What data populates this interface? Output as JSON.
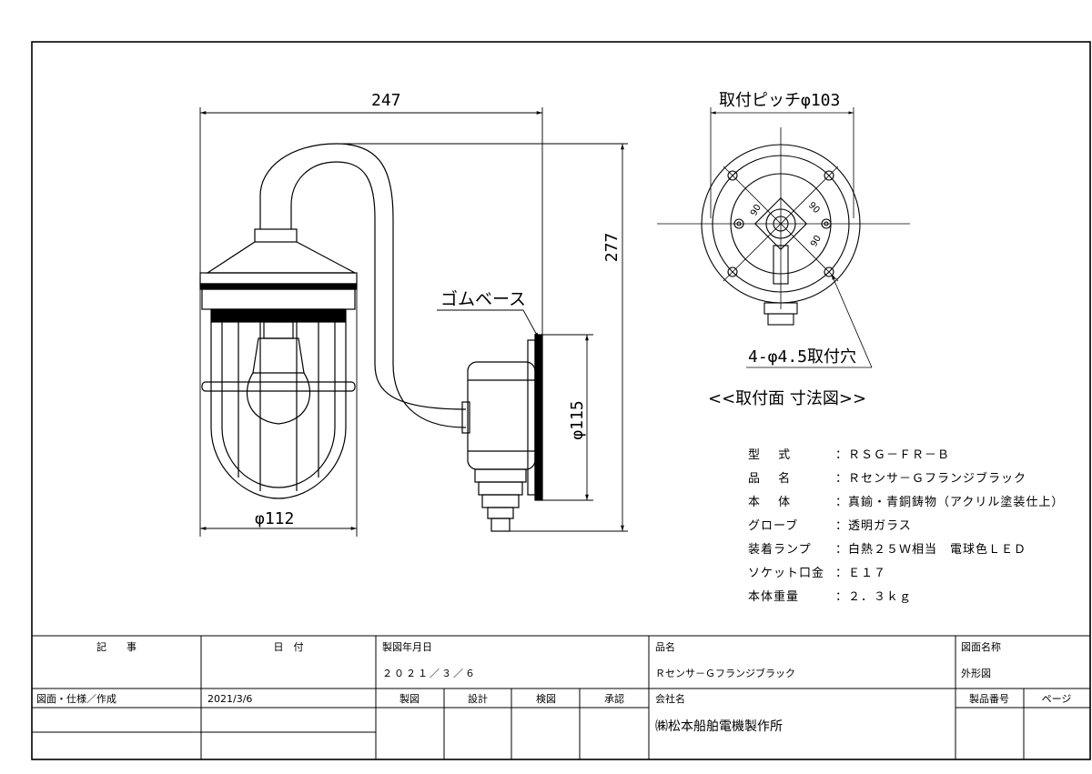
{
  "drawing": {
    "dim_width": "247",
    "dim_height": "277",
    "dim_globe": "φ112",
    "dim_base": "φ115",
    "rubber_base_label": "ゴムベース",
    "pitch_label": "取付ピッチφ103",
    "hole_label": "4-φ4.5取付穴",
    "angle_a": "90",
    "angle_b": "90",
    "angle_c": "90",
    "mount_caption": "<<取付面 寸法図>>"
  },
  "specs": [
    {
      "label": "型　 式",
      "value": "：ＲＳＧ－ＦＲ－Ｂ"
    },
    {
      "label": "品　 名",
      "value": "：Ｒセンサ－Ｇフランジブラック"
    },
    {
      "label": "本　 体",
      "value": "：真鍮・青銅鋳物（アクリル塗装仕上）"
    },
    {
      "label": "グローブ",
      "value": "：透明ガラス"
    },
    {
      "label": "装着ランプ",
      "value": "：白熱２５Ｗ相当　電球色ＬＥＤ"
    },
    {
      "label": "ソケット口金",
      "value": "：Ｅ１７"
    },
    {
      "label": "本体重量",
      "value": "：２．３ｋｇ"
    }
  ],
  "title_block": {
    "kiji": "記　　事",
    "hizuke": "日　付",
    "seizu_nengappi": "製図年月日",
    "seizu_date": "２０２１／３／６",
    "hinmei_label": "品名",
    "hinmei": "Ｒセンサ－Ｇフランジブラック",
    "zumen_meisho_label": "図面名称",
    "zumen_meisho": "外形図",
    "row_label": "図面・仕様／作成",
    "row_date": "2021/3/6",
    "seizu": "製図",
    "sekkei": "設計",
    "kenzu": "検図",
    "shonin": "承認",
    "kaisha_label": "会社名",
    "kaisha": "㈱松本船舶電機製作所",
    "seihin_bango": "製品番号",
    "page": "ページ"
  }
}
